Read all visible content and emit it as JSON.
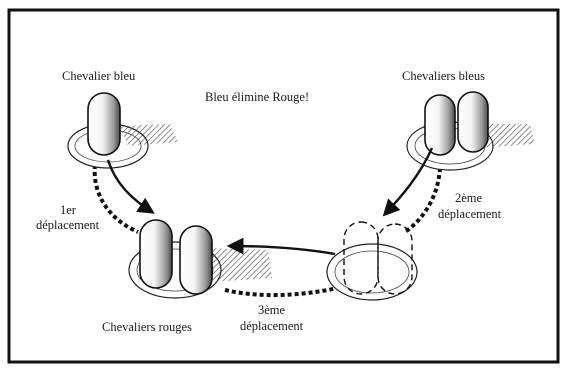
{
  "diagram": {
    "title": "Bleu élimine Rouge!",
    "labels": {
      "blue_single": "Chevalier bleu",
      "blue_pair": "Chevaliers bleus",
      "red_pair": "Chevaliers rouges",
      "move1_line1": "1er",
      "move1_line2": "déplacement",
      "move2_line1": "2ème",
      "move2_line2": "déplacement",
      "move3_line1": "3ème",
      "move3_line2": "déplacement"
    },
    "colors": {
      "ink": "#1a1a1a",
      "paper": "#ffffff"
    }
  }
}
